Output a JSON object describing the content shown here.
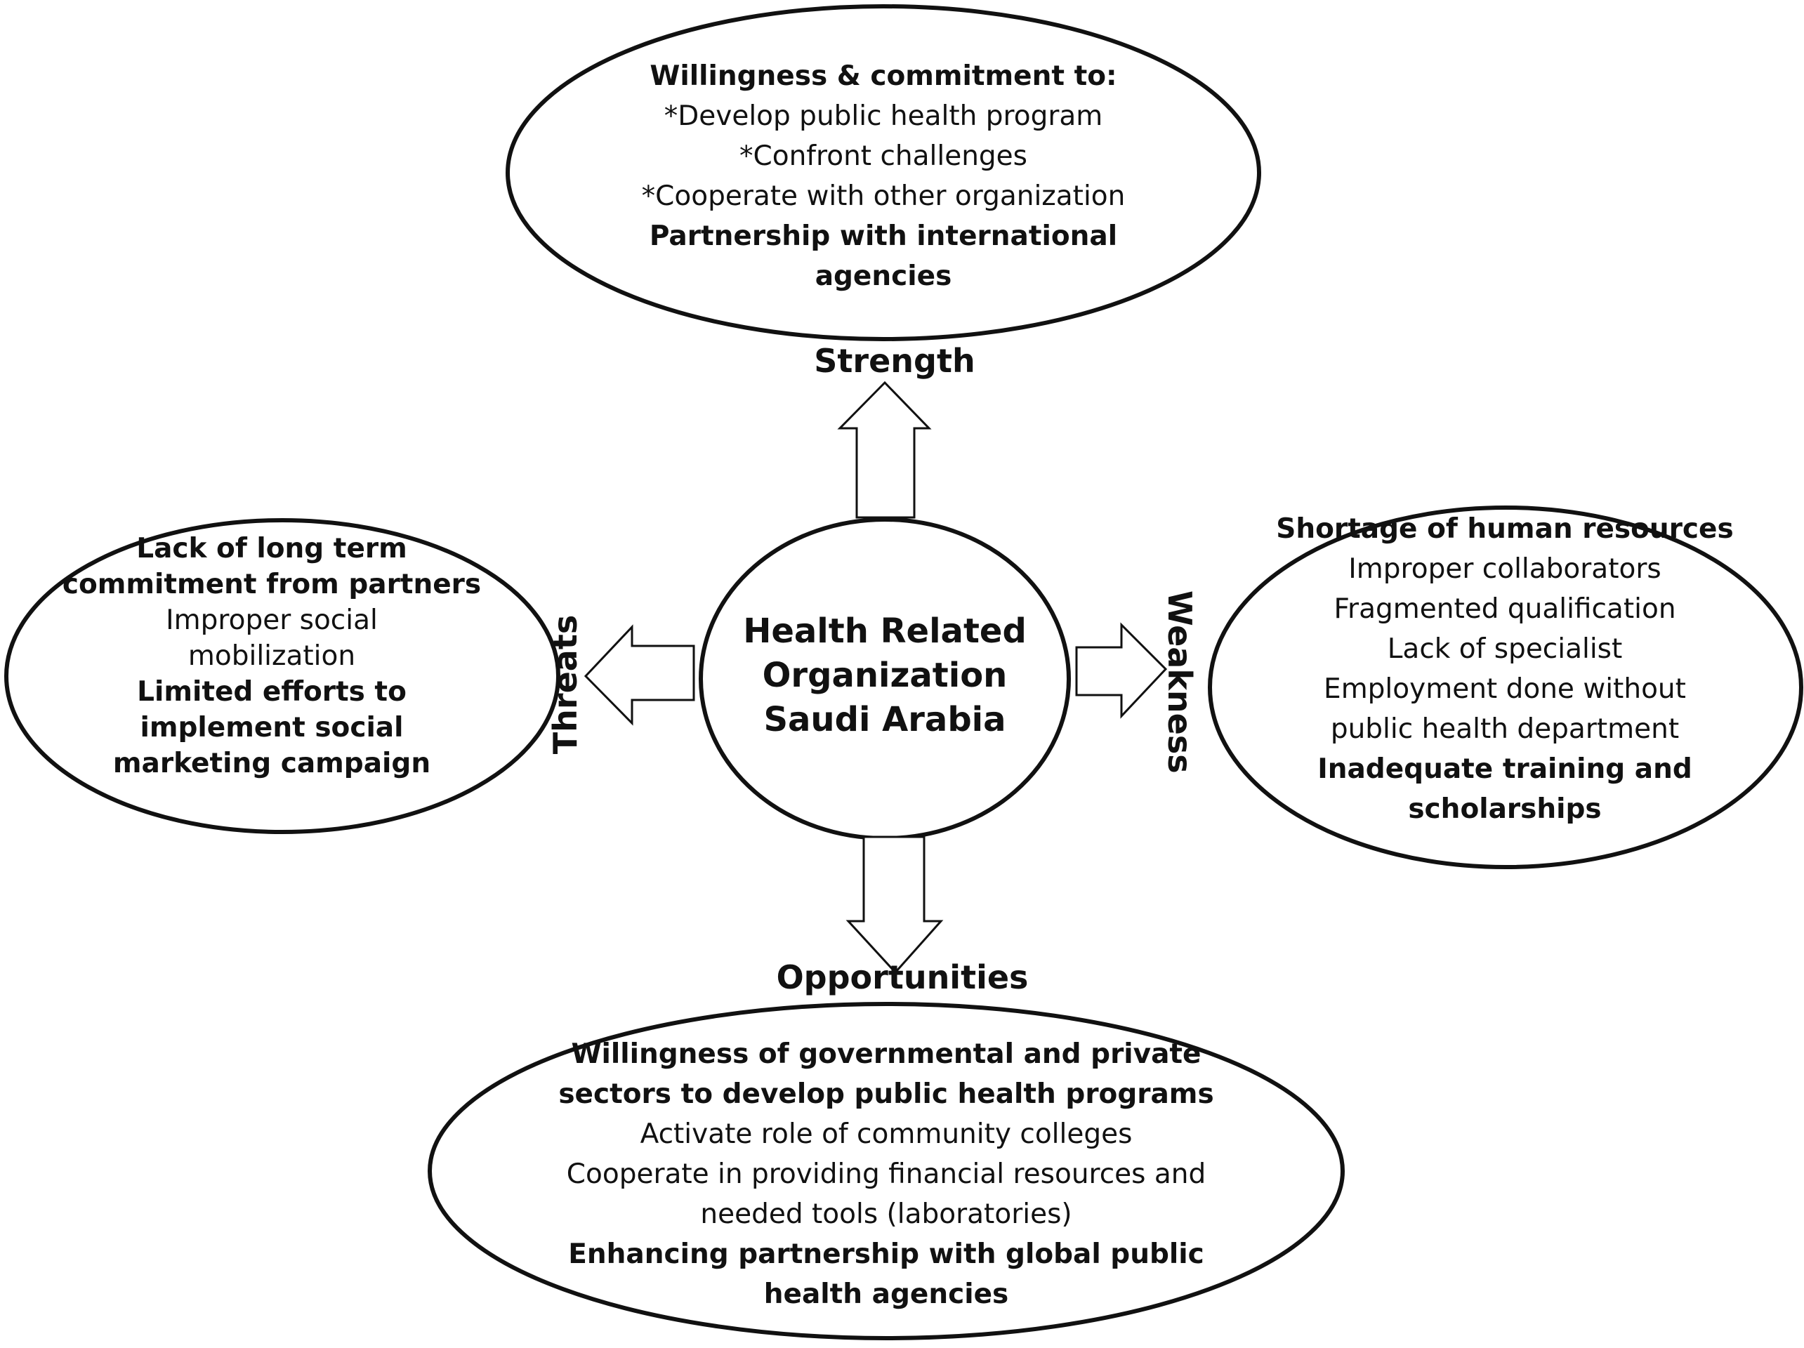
{
  "center": {
    "lines": [
      "Health Related",
      "Organization",
      "Saudi Arabia"
    ]
  },
  "strength": {
    "label": "Strength",
    "lines": [
      {
        "text": "Willingness & commitment to:",
        "bold": true
      },
      {
        "text": "*Develop public health program",
        "bold": false
      },
      {
        "text": "*Confront challenges",
        "bold": false
      },
      {
        "text": "*Cooperate with other organization",
        "bold": false
      },
      {
        "text": "Partnership with international",
        "bold": true
      },
      {
        "text": "agencies",
        "bold": true
      }
    ]
  },
  "weakness": {
    "label": "Weakness",
    "lines": [
      {
        "text": "Shortage of human resources",
        "bold": true
      },
      {
        "text": "Improper collaborators",
        "bold": false
      },
      {
        "text": "Fragmented qualification",
        "bold": false
      },
      {
        "text": "Lack of specialist",
        "bold": false
      },
      {
        "text": "Employment done without",
        "bold": false
      },
      {
        "text": "public health department",
        "bold": false
      },
      {
        "text": "Inadequate training and",
        "bold": true
      },
      {
        "text": "scholarships",
        "bold": true
      }
    ]
  },
  "threats": {
    "label": "Threats",
    "lines": [
      {
        "text": "Lack of long term",
        "bold": true
      },
      {
        "text": "commitment from partners",
        "bold": true
      },
      {
        "text": "Improper social",
        "bold": false
      },
      {
        "text": "mobilization",
        "bold": false
      },
      {
        "text": "Limited efforts to",
        "bold": true
      },
      {
        "text": "implement social",
        "bold": true
      },
      {
        "text": "marketing campaign",
        "bold": true
      }
    ]
  },
  "opportunities": {
    "label": "Opportunities",
    "lines": [
      {
        "text": "Willingness of governmental and private",
        "bold": true
      },
      {
        "text": "sectors to develop public health programs",
        "bold": true
      },
      {
        "text": "Activate role of community colleges",
        "bold": false
      },
      {
        "text": "Cooperate in providing financial resources and",
        "bold": false
      },
      {
        "text": "needed tools (laboratories)",
        "bold": false
      },
      {
        "text": "Enhancing partnership with global public",
        "bold": true
      },
      {
        "text": "health agencies",
        "bold": true
      }
    ]
  }
}
